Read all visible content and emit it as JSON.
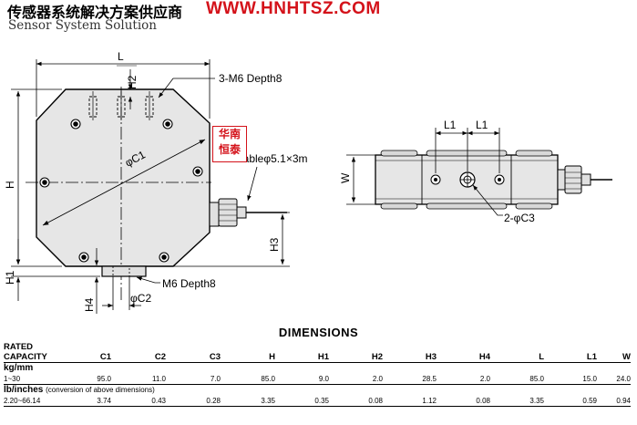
{
  "header": {
    "company_cn": "传感器系统解决方案供应商",
    "url": "WWW.HNHTSZ.COM",
    "subtitle": "Sensor System Solution"
  },
  "stamp": {
    "line1": "华南",
    "line2": "恒泰"
  },
  "drawing": {
    "label_L": "L",
    "label_H2": "H2",
    "label_thread_top": "3-M6 Depth8",
    "label_C1": "φC1",
    "label_cable": "Cableφ5.1×3m",
    "label_H": "H",
    "label_H3": "H3",
    "label_H1": "H1",
    "label_thread_bottom": "M6 Depth8",
    "label_H4": "H4",
    "label_C2": "φC2",
    "label_L1_left": "L1",
    "label_L1_right": "L1",
    "label_W": "W",
    "label_C3": "2-φC3"
  },
  "dimensions": {
    "title": "DIMENSIONS",
    "rated_line1": "RATED",
    "rated_line2": "CAPACITY",
    "columns": [
      "C1",
      "C2",
      "C3",
      "H",
      "H1",
      "H2",
      "H3",
      "H4",
      "L",
      "L1",
      "W"
    ],
    "metric_unit": "kg/mm",
    "metric_row": {
      "capacity": "1~30",
      "values": [
        "95.0",
        "11.0",
        "7.0",
        "85.0",
        "9.0",
        "2.0",
        "28.5",
        "2.0",
        "85.0",
        "15.0",
        "24.0"
      ]
    },
    "imperial_unit": "lb/inches",
    "imperial_note": "(conversion of above dimensions)",
    "imperial_row": {
      "capacity": "2.20~66.14",
      "values": [
        "3.74",
        "0.43",
        "0.28",
        "3.35",
        "0.35",
        "0.08",
        "1.12",
        "0.08",
        "3.35",
        "0.59",
        "0.94"
      ]
    }
  }
}
